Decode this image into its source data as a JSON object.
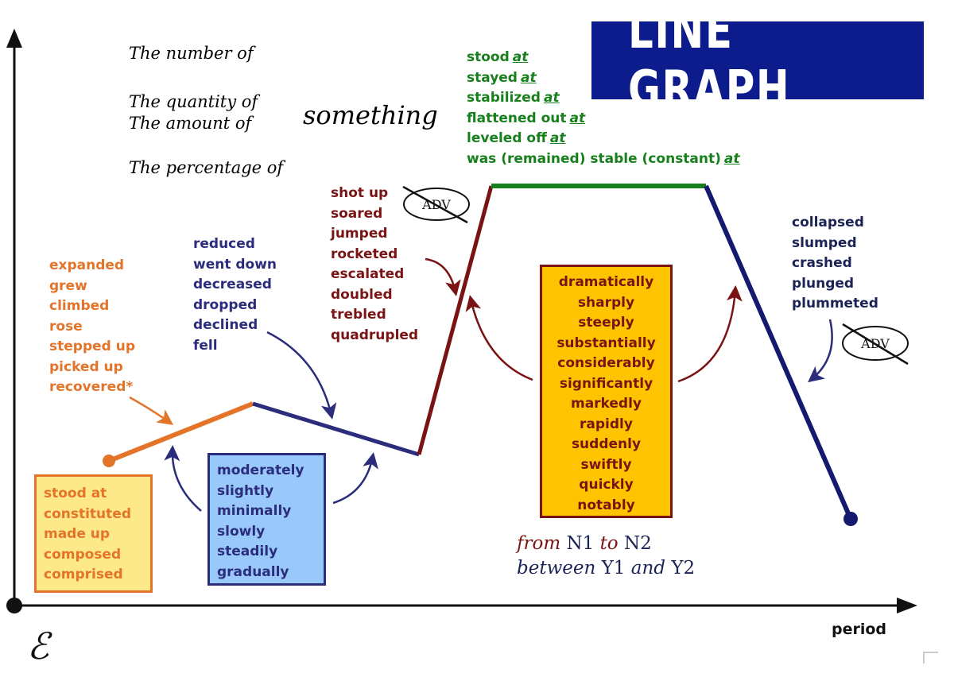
{
  "title": "LINE GRAPH",
  "subject_prefixes": [
    "The number of",
    "The quantity of",
    "The amount of",
    "The percentage of"
  ],
  "subject_word": "something",
  "x_axis_label": "period",
  "logo_glyph": "ℰ",
  "adv_label": "ADV",
  "range_from": {
    "w1": "from",
    "n1": "N1",
    "w2": "to",
    "n2": "N2"
  },
  "range_between": {
    "w1": "between",
    "y1": "Y1",
    "w2": "and",
    "y2": "Y2"
  },
  "start_verbs": [
    "stood at",
    "constituted",
    "made up",
    "composed",
    "comprised"
  ],
  "increase_verbs": [
    "expanded",
    "grew",
    "climbed",
    "rose",
    "stepped up",
    "picked up",
    "recovered*"
  ],
  "decrease_verbs": [
    "reduced",
    "went down",
    "decreased",
    "dropped",
    "declined",
    "fell"
  ],
  "moderate_adverbs": [
    "moderately",
    "slightly",
    "minimally",
    "slowly",
    "steadily",
    "gradually"
  ],
  "sharp_increase_verbs": [
    "shot up",
    "soared",
    "jumped",
    "rocketed",
    "escalated",
    "doubled",
    "trebled",
    "quadrupled"
  ],
  "dramatic_adverbs": [
    "dramatically",
    "sharply",
    "steeply",
    "substantially",
    "considerably",
    "significantly",
    "markedly",
    "rapidly",
    "suddenly",
    "swiftly",
    "quickly",
    "notably"
  ],
  "stable_verbs": [
    {
      "text": "stood",
      "at": "at"
    },
    {
      "text": "stayed",
      "at": "at"
    },
    {
      "text": "stabilized",
      "at": "at"
    },
    {
      "text": "flattened out",
      "at": "at"
    },
    {
      "text": "leveled off",
      "at": "at"
    },
    {
      "text": "was (remained) stable (constant)",
      "at": "at"
    }
  ],
  "sharp_decrease_verbs": [
    "collapsed",
    "slumped",
    "crashed",
    "plunged",
    "plummeted"
  ],
  "colors": {
    "increase": "#e3742a",
    "decrease": "#2b2d7c",
    "sharp_increase": "#7a1414",
    "stable": "#17801c",
    "sharp_decrease": "#141a6e",
    "title_bg": "#0d1c8c",
    "start_box_bg": "#fde98a",
    "moderate_box_bg": "#99c9fb",
    "dramatic_box_bg": "#ffc400"
  }
}
